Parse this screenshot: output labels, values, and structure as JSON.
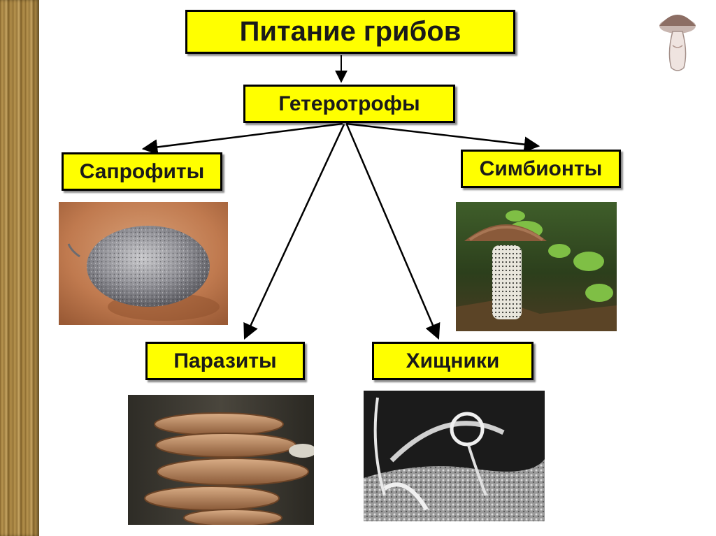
{
  "title": "Питание грибов",
  "root": "Гетеротрофы",
  "categories": {
    "saprophytes": "Сапрофиты",
    "symbionts": "Симбионты",
    "parasites": "Паразиты",
    "predators": "Хищники"
  },
  "icons": {
    "corner": "mushroom-icon"
  },
  "colors": {
    "box_fill": "#ffff00",
    "box_border": "#000000",
    "arrow": "#000000"
  }
}
